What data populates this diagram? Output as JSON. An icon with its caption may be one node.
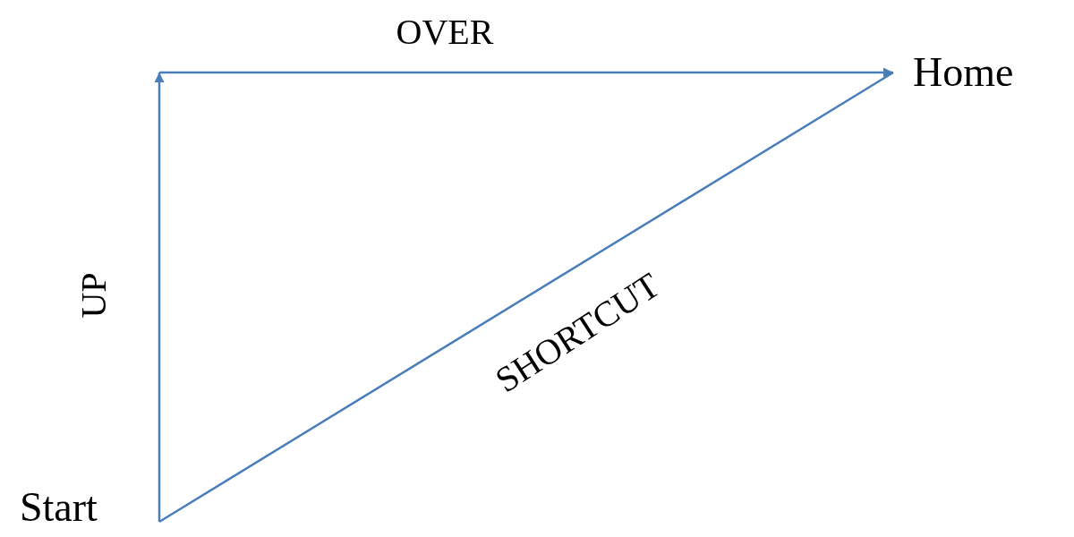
{
  "diagram": {
    "nodes": [
      {
        "text": [
          "Start"
        ]
      },
      {
        "text": [
          "Home"
        ]
      }
    ],
    "edges": [
      {
        "from": 0,
        "to": null,
        "arrow": "to",
        "label": "UP"
      },
      {
        "from": null,
        "to": 1,
        "arrow": "to",
        "label": "OVER"
      },
      {
        "from": 0,
        "to": 1,
        "arrow": "none",
        "label": "SHORTCUT"
      }
    ]
  }
}
